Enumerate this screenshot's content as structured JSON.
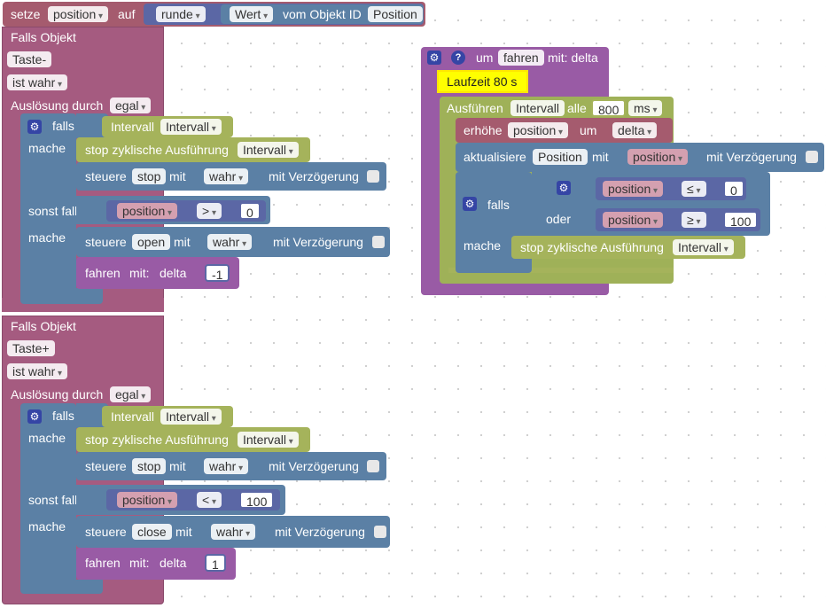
{
  "top_block": {
    "set_label": "setze",
    "var": "position",
    "on": "auf",
    "round": "runde",
    "value": "Wert",
    "from_object": "vom Objekt ID",
    "object_id": "Position"
  },
  "trigger1": {
    "title": "Falls Objekt",
    "object": "Taste-",
    "condition": "ist wahr",
    "trigger_label": "Auslösung durch",
    "trigger_value": "egal",
    "if_label": "falls",
    "if_interval_label": "Intervall",
    "if_interval_var": "Intervall",
    "do_label": "mache",
    "stop_label": "stop zyklische Ausführung",
    "stop_var": "Intervall",
    "control1_label": "steuere",
    "control1_target": "stop",
    "with_label": "mit",
    "control1_value": "wahr",
    "delay_label": "mit Verzögerung",
    "elseif_label": "sonst falls",
    "cmp_var": "position",
    "cmp_op": ">",
    "cmp_value": "0",
    "do2_label": "mache",
    "control2_target": "open",
    "control2_value": "wahr",
    "call_label": "fahren",
    "call_with": "mit:",
    "call_param": "delta",
    "call_value": "-1"
  },
  "trigger2": {
    "title": "Falls Objekt",
    "object": "Taste+",
    "condition": "ist wahr",
    "trigger_label": "Auslösung durch",
    "trigger_value": "egal",
    "if_label": "falls",
    "if_interval_label": "Intervall",
    "if_interval_var": "Intervall",
    "do_label": "mache",
    "stop_label": "stop zyklische Ausführung",
    "stop_var": "Intervall",
    "control1_label": "steuere",
    "control1_target": "stop",
    "with_label": "mit",
    "control1_value": "wahr",
    "delay_label": "mit Verzögerung",
    "elseif_label": "sonst falls",
    "cmp_var": "position",
    "cmp_op": "<",
    "cmp_value": "100",
    "do2_label": "mache",
    "control2_target": "close",
    "control2_value": "wahr",
    "call_label": "fahren",
    "call_with": "mit:",
    "call_param": "delta",
    "call_value": "1"
  },
  "function": {
    "to_label": "um",
    "name": "fahren",
    "with": "mit: delta",
    "runtime_comment": "Laufzeit 80 s",
    "execute_label": "Ausführen",
    "interval_var": "Intervall",
    "every_label": "alle",
    "every_value": "800",
    "unit": "ms",
    "inc_label": "erhöhe",
    "inc_var": "position",
    "inc_by": "um",
    "inc_delta": "delta",
    "update_label": "aktualisiere",
    "update_target": "Position",
    "update_with": "mit",
    "update_var": "position",
    "update_delay": "mit Verzögerung",
    "if_label": "falls",
    "or_label": "oder",
    "cmp1_var": "position",
    "cmp1_op": "≤",
    "cmp1_value": "0",
    "cmp2_var": "position",
    "cmp2_op": "≥",
    "cmp2_value": "100",
    "do_label": "mache",
    "stop_label": "stop zyklische Ausführung",
    "stop_var": "Intervall"
  },
  "colors": {
    "hat": "#a55b80",
    "loop": "#a5b35b",
    "logic": "#5b80a5",
    "func": "#995ba5",
    "math": "#5b67a5",
    "variable": "#a55b6e",
    "comment": "#ffff00"
  }
}
